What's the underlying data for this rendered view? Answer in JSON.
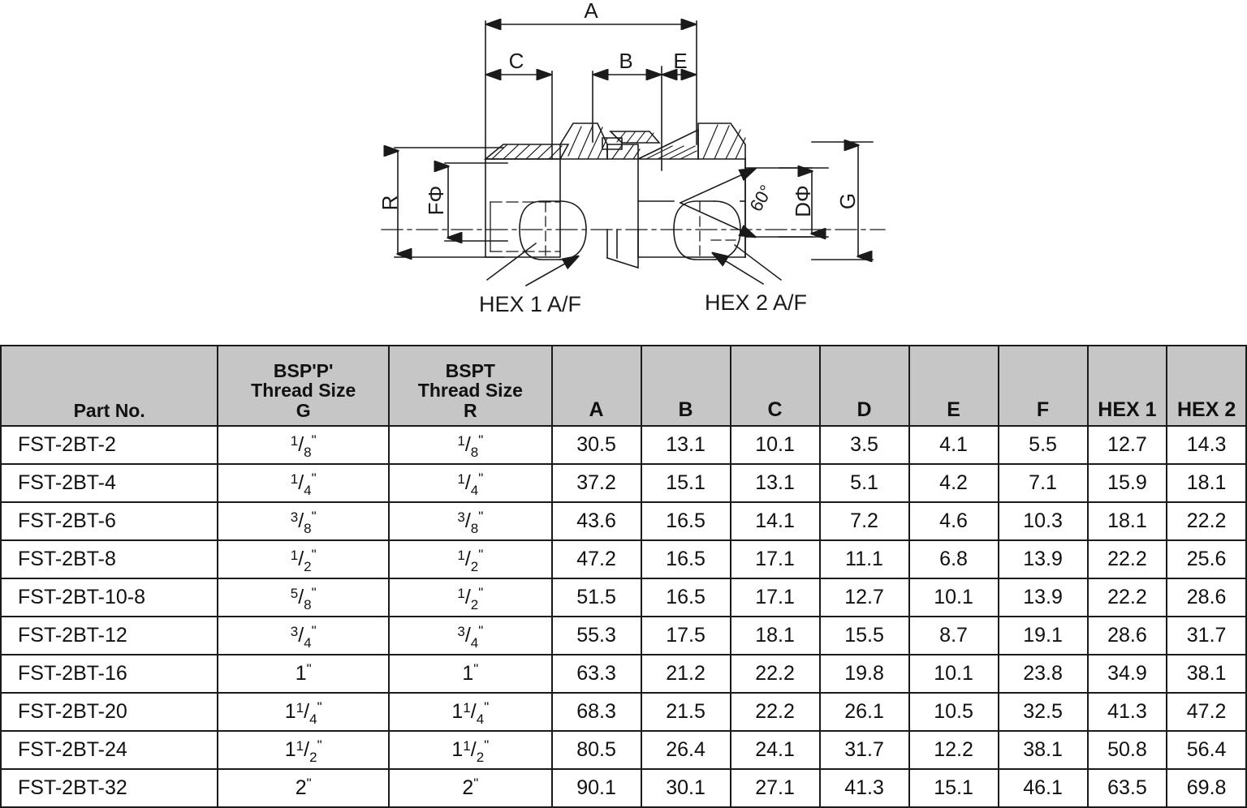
{
  "drawing": {
    "dimension_labels": {
      "A": "A",
      "B": "B",
      "C": "C",
      "E": "E",
      "R": "R",
      "F": "FΦ",
      "D": "DΦ",
      "G": "G",
      "angle": "60°"
    },
    "callouts": {
      "hex1": "HEX 1 A/F",
      "hex2": "HEX 2 A/F"
    }
  },
  "table": {
    "columns": [
      {
        "key": "part",
        "label": "Part No.",
        "sub": ""
      },
      {
        "key": "g",
        "label": "BSP'P'\nThread Size\nG",
        "sub": "G"
      },
      {
        "key": "r",
        "label": "BSPT\nThread Size\nR",
        "sub": "R"
      },
      {
        "key": "a",
        "label": "A"
      },
      {
        "key": "b",
        "label": "B"
      },
      {
        "key": "c",
        "label": "C"
      },
      {
        "key": "d",
        "label": "D"
      },
      {
        "key": "e",
        "label": "E"
      },
      {
        "key": "f",
        "label": "F"
      },
      {
        "key": "hex1",
        "label": "HEX 1"
      },
      {
        "key": "hex2",
        "label": "HEX 2"
      }
    ],
    "headers": {
      "part": "Part No.",
      "g_line1": "BSP'P'",
      "g_line2": "Thread Size",
      "g_line3": "G",
      "r_line1": "BSPT",
      "r_line2": "Thread Size",
      "r_line3": "R",
      "a": "A",
      "b": "B",
      "c": "C",
      "d": "D",
      "e": "E",
      "f": "F",
      "hex1": "HEX 1",
      "hex2": "HEX 2"
    },
    "rows": [
      {
        "part": "FST-2BT-2",
        "g": {
          "whole": "",
          "num": "1",
          "den": "8"
        },
        "r": {
          "whole": "",
          "num": "1",
          "den": "8"
        },
        "a": "30.5",
        "b": "13.1",
        "c": "10.1",
        "d": "3.5",
        "e": "4.1",
        "f": "5.5",
        "hex1": "12.7",
        "hex2": "14.3"
      },
      {
        "part": "FST-2BT-4",
        "g": {
          "whole": "",
          "num": "1",
          "den": "4"
        },
        "r": {
          "whole": "",
          "num": "1",
          "den": "4"
        },
        "a": "37.2",
        "b": "15.1",
        "c": "13.1",
        "d": "5.1",
        "e": "4.2",
        "f": "7.1",
        "hex1": "15.9",
        "hex2": "18.1"
      },
      {
        "part": "FST-2BT-6",
        "g": {
          "whole": "",
          "num": "3",
          "den": "8"
        },
        "r": {
          "whole": "",
          "num": "3",
          "den": "8"
        },
        "a": "43.6",
        "b": "16.5",
        "c": "14.1",
        "d": "7.2",
        "e": "4.6",
        "f": "10.3",
        "hex1": "18.1",
        "hex2": "22.2"
      },
      {
        "part": "FST-2BT-8",
        "g": {
          "whole": "",
          "num": "1",
          "den": "2"
        },
        "r": {
          "whole": "",
          "num": "1",
          "den": "2"
        },
        "a": "47.2",
        "b": "16.5",
        "c": "17.1",
        "d": "11.1",
        "e": "6.8",
        "f": "13.9",
        "hex1": "22.2",
        "hex2": "25.6"
      },
      {
        "part": "FST-2BT-10-8",
        "g": {
          "whole": "",
          "num": "5",
          "den": "8"
        },
        "r": {
          "whole": "",
          "num": "1",
          "den": "2"
        },
        "a": "51.5",
        "b": "16.5",
        "c": "17.1",
        "d": "12.7",
        "e": "10.1",
        "f": "13.9",
        "hex1": "22.2",
        "hex2": "28.6"
      },
      {
        "part": "FST-2BT-12",
        "g": {
          "whole": "",
          "num": "3",
          "den": "4"
        },
        "r": {
          "whole": "",
          "num": "3",
          "den": "4"
        },
        "a": "55.3",
        "b": "17.5",
        "c": "18.1",
        "d": "15.5",
        "e": "8.7",
        "f": "19.1",
        "hex1": "28.6",
        "hex2": "31.7"
      },
      {
        "part": "FST-2BT-16",
        "g": {
          "whole": "1",
          "num": "",
          "den": ""
        },
        "r": {
          "whole": "1",
          "num": "",
          "den": ""
        },
        "a": "63.3",
        "b": "21.2",
        "c": "22.2",
        "d": "19.8",
        "e": "10.1",
        "f": "23.8",
        "hex1": "34.9",
        "hex2": "38.1"
      },
      {
        "part": "FST-2BT-20",
        "g": {
          "whole": "1",
          "num": "1",
          "den": "4"
        },
        "r": {
          "whole": "1",
          "num": "1",
          "den": "4"
        },
        "a": "68.3",
        "b": "21.5",
        "c": "22.2",
        "d": "26.1",
        "e": "10.5",
        "f": "32.5",
        "hex1": "41.3",
        "hex2": "47.2"
      },
      {
        "part": "FST-2BT-24",
        "g": {
          "whole": "1",
          "num": "1",
          "den": "2"
        },
        "r": {
          "whole": "1",
          "num": "1",
          "den": "2"
        },
        "a": "80.5",
        "b": "26.4",
        "c": "24.1",
        "d": "31.7",
        "e": "12.2",
        "f": "38.1",
        "hex1": "50.8",
        "hex2": "56.4"
      },
      {
        "part": "FST-2BT-32",
        "g": {
          "whole": "2",
          "num": "",
          "den": ""
        },
        "r": {
          "whole": "2",
          "num": "",
          "den": ""
        },
        "a": "90.1",
        "b": "30.1",
        "c": "27.1",
        "d": "41.3",
        "e": "15.1",
        "f": "46.1",
        "hex1": "63.5",
        "hex2": "69.8"
      }
    ]
  },
  "colors": {
    "header_fill": "#c6c6c6",
    "line": "#1a1a1a",
    "text": "#111111",
    "background": "#ffffff"
  }
}
